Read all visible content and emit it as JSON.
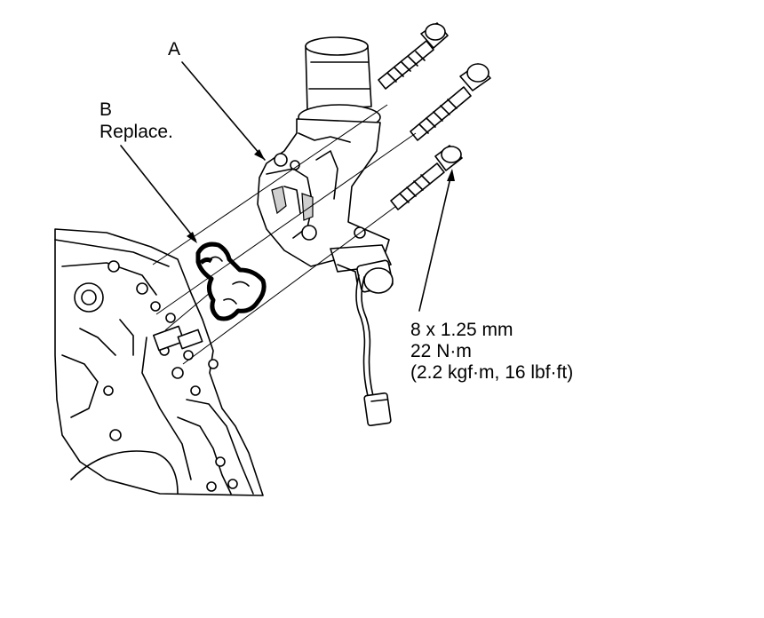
{
  "labels": {
    "a": "A",
    "b": "B",
    "b_note": "Replace.",
    "spec_size": "8 x 1.25 mm",
    "spec_torque": "22 N·m",
    "spec_alt": "(2.2 kgf·m, 16 lbf·ft)"
  }
}
